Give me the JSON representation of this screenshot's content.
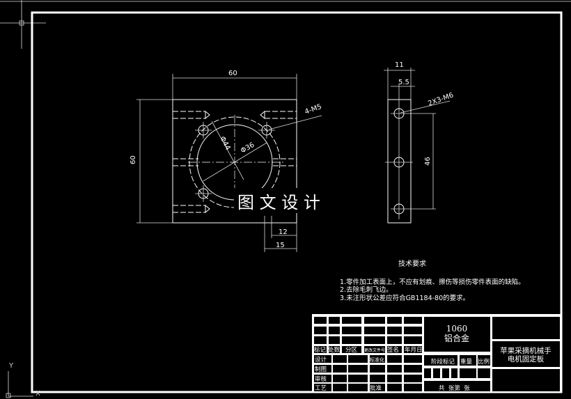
{
  "drawing": {
    "main_view": {
      "dim_width": "60",
      "dim_height": "60",
      "dim_outer_diameter": "Φ44",
      "dim_inner_diameter": "Φ36",
      "hole_callout": "4-M5",
      "dim_12": "12",
      "dim_15": "15"
    },
    "side_view": {
      "dim_width": "11",
      "dim_half": "5.5",
      "hole_callout": "2X3-M6",
      "dim_spacing": "46"
    },
    "watermark": "图 文 设 计",
    "tech_requirements": {
      "title": "技术要求",
      "items": [
        "1.零件加工表面上，不应有划痕、擦伤等损伤零件表面的缺陷。",
        "2.去除毛刺飞边。",
        "3.未注形状公差应符合GB1184-80的要求。"
      ]
    },
    "title_block": {
      "material_code": "1060",
      "material_name": "铝合金",
      "part_name_line1": "苹果采摘机械手",
      "part_name_line2": "电机固定板",
      "header_labels": [
        "标记",
        "处数",
        "分区",
        "更改文件号",
        "签名",
        "年月日"
      ],
      "row_designer": "设计",
      "row_standard": "标准化",
      "row_drafting": "制图",
      "row_review": "审核",
      "row_process": "工艺",
      "row_approve": "批准",
      "stage_mark": "阶段标记",
      "weight": "重量",
      "scale": "比例",
      "sheets": "共  张第  张"
    },
    "ucs": {
      "y_label": "Y",
      "x_label": "X"
    }
  }
}
